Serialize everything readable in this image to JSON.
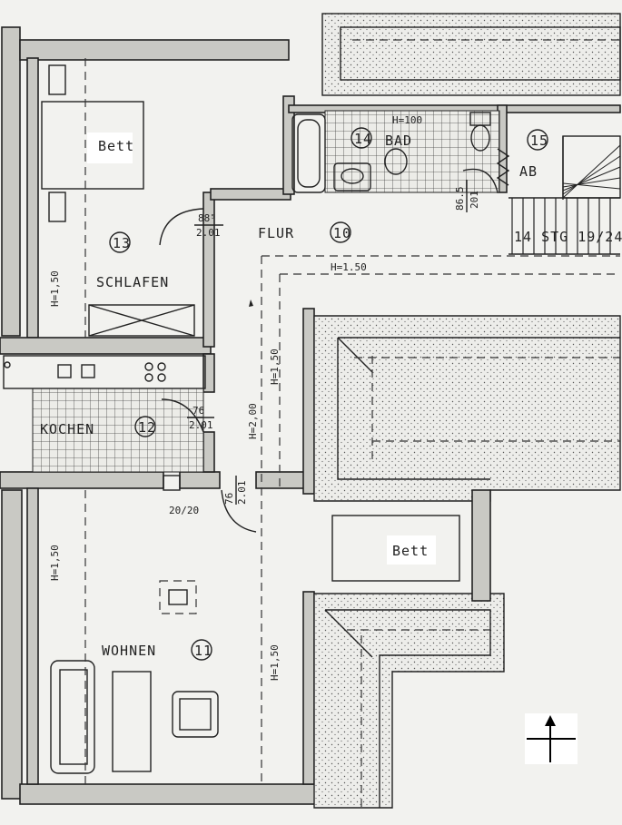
{
  "rooms": {
    "schlafen": {
      "name": "SCHLAFEN",
      "num": "13",
      "height": "H=1,50"
    },
    "flur": {
      "name": "FLUR",
      "num": "10",
      "height_top": "H=1.50",
      "height_mid": "H=1,50",
      "height_low": "H=1,50",
      "width": "H=2,00"
    },
    "bad": {
      "name": "BAD",
      "num": "14",
      "height": "H=100"
    },
    "ab": {
      "name": "AB",
      "num": "15"
    },
    "kochen": {
      "name": "KOCHEN",
      "num": "12"
    },
    "wohnen": {
      "name": "WOHNEN",
      "num": "11",
      "height": "H=1,50"
    }
  },
  "labels": {
    "bett_1": "Bett",
    "bett_2": "Bett",
    "stairs": "14 STG 19/24",
    "chimney": "20/20"
  },
  "doors": {
    "schlafen": {
      "w": "88⁵",
      "h": "2.01"
    },
    "bad": {
      "w": "86.5",
      "h": "201"
    },
    "kochen": {
      "w": "76",
      "h": "2.01"
    },
    "wohnen": {
      "w": "76",
      "h": "2.01"
    }
  },
  "north_arrow": "north-arrow-icon"
}
